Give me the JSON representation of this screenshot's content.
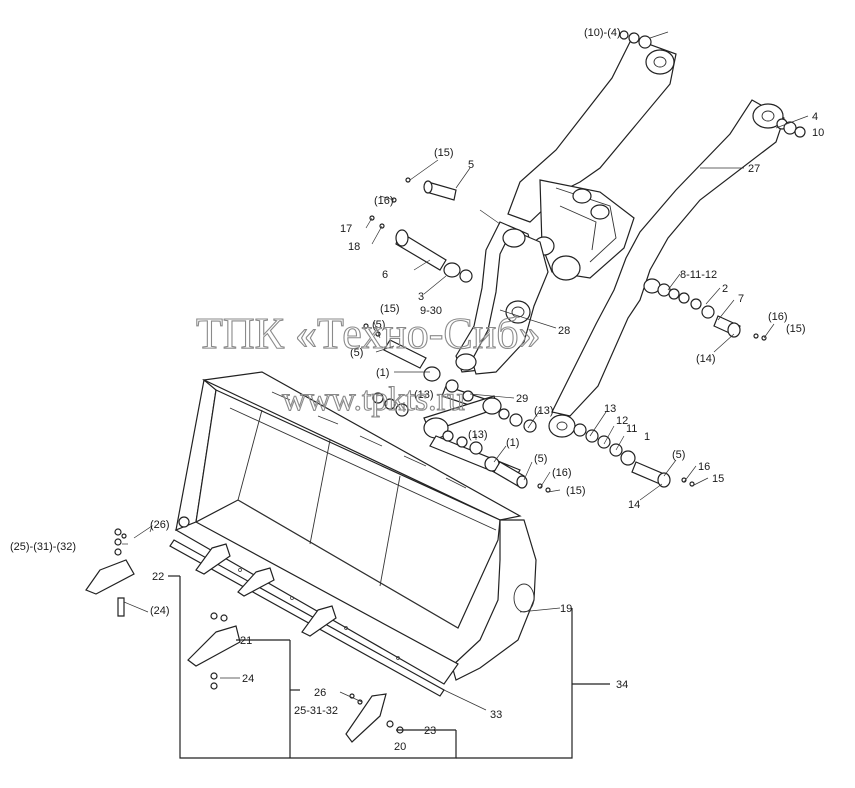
{
  "watermark": {
    "line1": "ТПК «Техно-Сиб»",
    "line2": "www.tpkts.ru"
  },
  "callouts": {
    "c10_4_top": "(10)-(4)",
    "c4": "4",
    "c10": "10",
    "c27": "27",
    "c15a": "(15)",
    "c5a": "5",
    "c16a": "(16)",
    "c17": "17",
    "c18": "18",
    "c6": "6",
    "c3": "3",
    "c9_30": "9-30",
    "c8_11_12": "8-11-12",
    "c2": "2",
    "c7": "7",
    "c16b": "(16)",
    "c15b": "(15)",
    "c14a": "(14)",
    "c15c": "(15)",
    "c5b": "(5)",
    "c5c": "(5)",
    "c1a": "(1)",
    "c13a": "(13)",
    "c28": "28",
    "c29": "29",
    "c13b": "(13)",
    "c13c": "(13)",
    "c1b": "(1)",
    "c5d": "(5)",
    "c16c": "(16)",
    "c15d": "(15)",
    "c13d": "13",
    "c12": "12",
    "c11": "11",
    "c1c": "1",
    "c5e": "(5)",
    "c16d": "16",
    "c15e": "15",
    "c14b": "14",
    "c26a": "(26)",
    "c25_31_32a": "(25)-(31)-(32)",
    "c22": "22",
    "c24a": "(24)",
    "c19": "19",
    "c34": "34",
    "c21": "21",
    "c24b": "24",
    "c26b": "26",
    "c25_31_32b": "25-31-32",
    "c33": "33",
    "c23": "23",
    "c20": "20"
  }
}
